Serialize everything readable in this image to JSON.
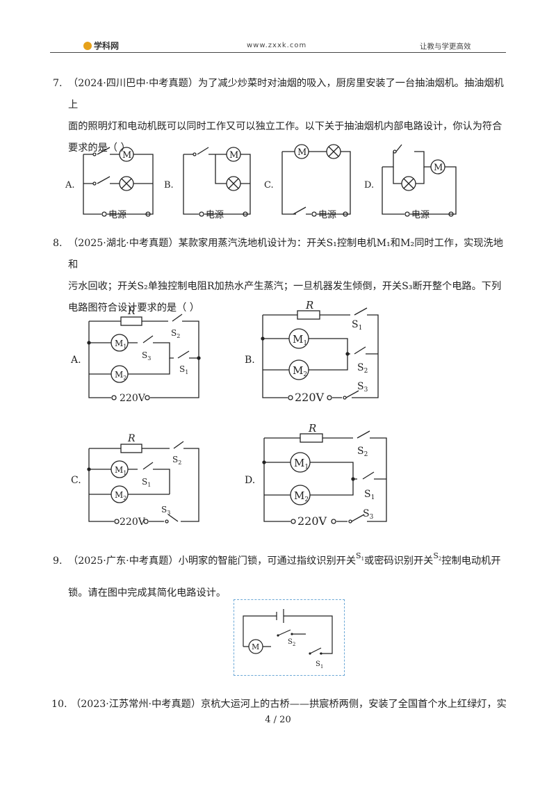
{
  "header": {
    "logo_text": "学科网",
    "site": "www.zxxk.com",
    "slogan": "让教与学更高效"
  },
  "q7": {
    "number": "7.",
    "lines": [
      "（2024·四川巴中·中考真题）为了减少炒菜时对油烟的吸入，厨房里安装了一台抽油烟机。抽油烟机上",
      "面的照明灯和电动机既可以同时工作又可以独立工作。以下关于抽油烟机内部电路设计，你认为符合",
      "要求的是（  ）"
    ],
    "options": [
      "A.",
      "B.",
      "C.",
      "D."
    ],
    "motor_label": "M",
    "source_label": "电源"
  },
  "q8": {
    "number": "8.",
    "lines": [
      "（2025·湖北·中考真题）某款家用蒸汽洗地机设计为：开关S₁控制电机M₁和M₂同时工作，实现洗地和",
      "污水回收；开关S₂单独控制电阻R加热水产生蒸汽；一旦机器发生倾倒，开关S₃断开整个电路。下列",
      "电路图符合设计要求的是（        ）"
    ],
    "options": [
      "A.",
      "B.",
      "C.",
      "D."
    ],
    "resistor_label": "R",
    "voltage_label": "220V",
    "m1": "M",
    "m1_sub": "1",
    "m2": "M",
    "m2_sub": "2",
    "s": "S",
    "s1": "1",
    "s2": "2",
    "s3": "3"
  },
  "q9": {
    "number": "9.",
    "line1_a": "（2025·广东·中考真题）小明家的智能门锁，可通过指纹识别开关",
    "line1_b": "或密码识别开关",
    "line1_c": "控制电动机开",
    "line2": "锁。请在图中完成其简化电路设计。",
    "s1": "S",
    "s1_sub": "1",
    "s2": "S",
    "s2_sub": "2",
    "motor_label": "M"
  },
  "q10": {
    "number": "10.",
    "line": "（2023·江苏常州·中考真题）京杭大运河上的古桥——拱宸桥两侧，安装了全国首个水上红绿灯，实"
  },
  "footer": {
    "page": "4  /  20"
  }
}
